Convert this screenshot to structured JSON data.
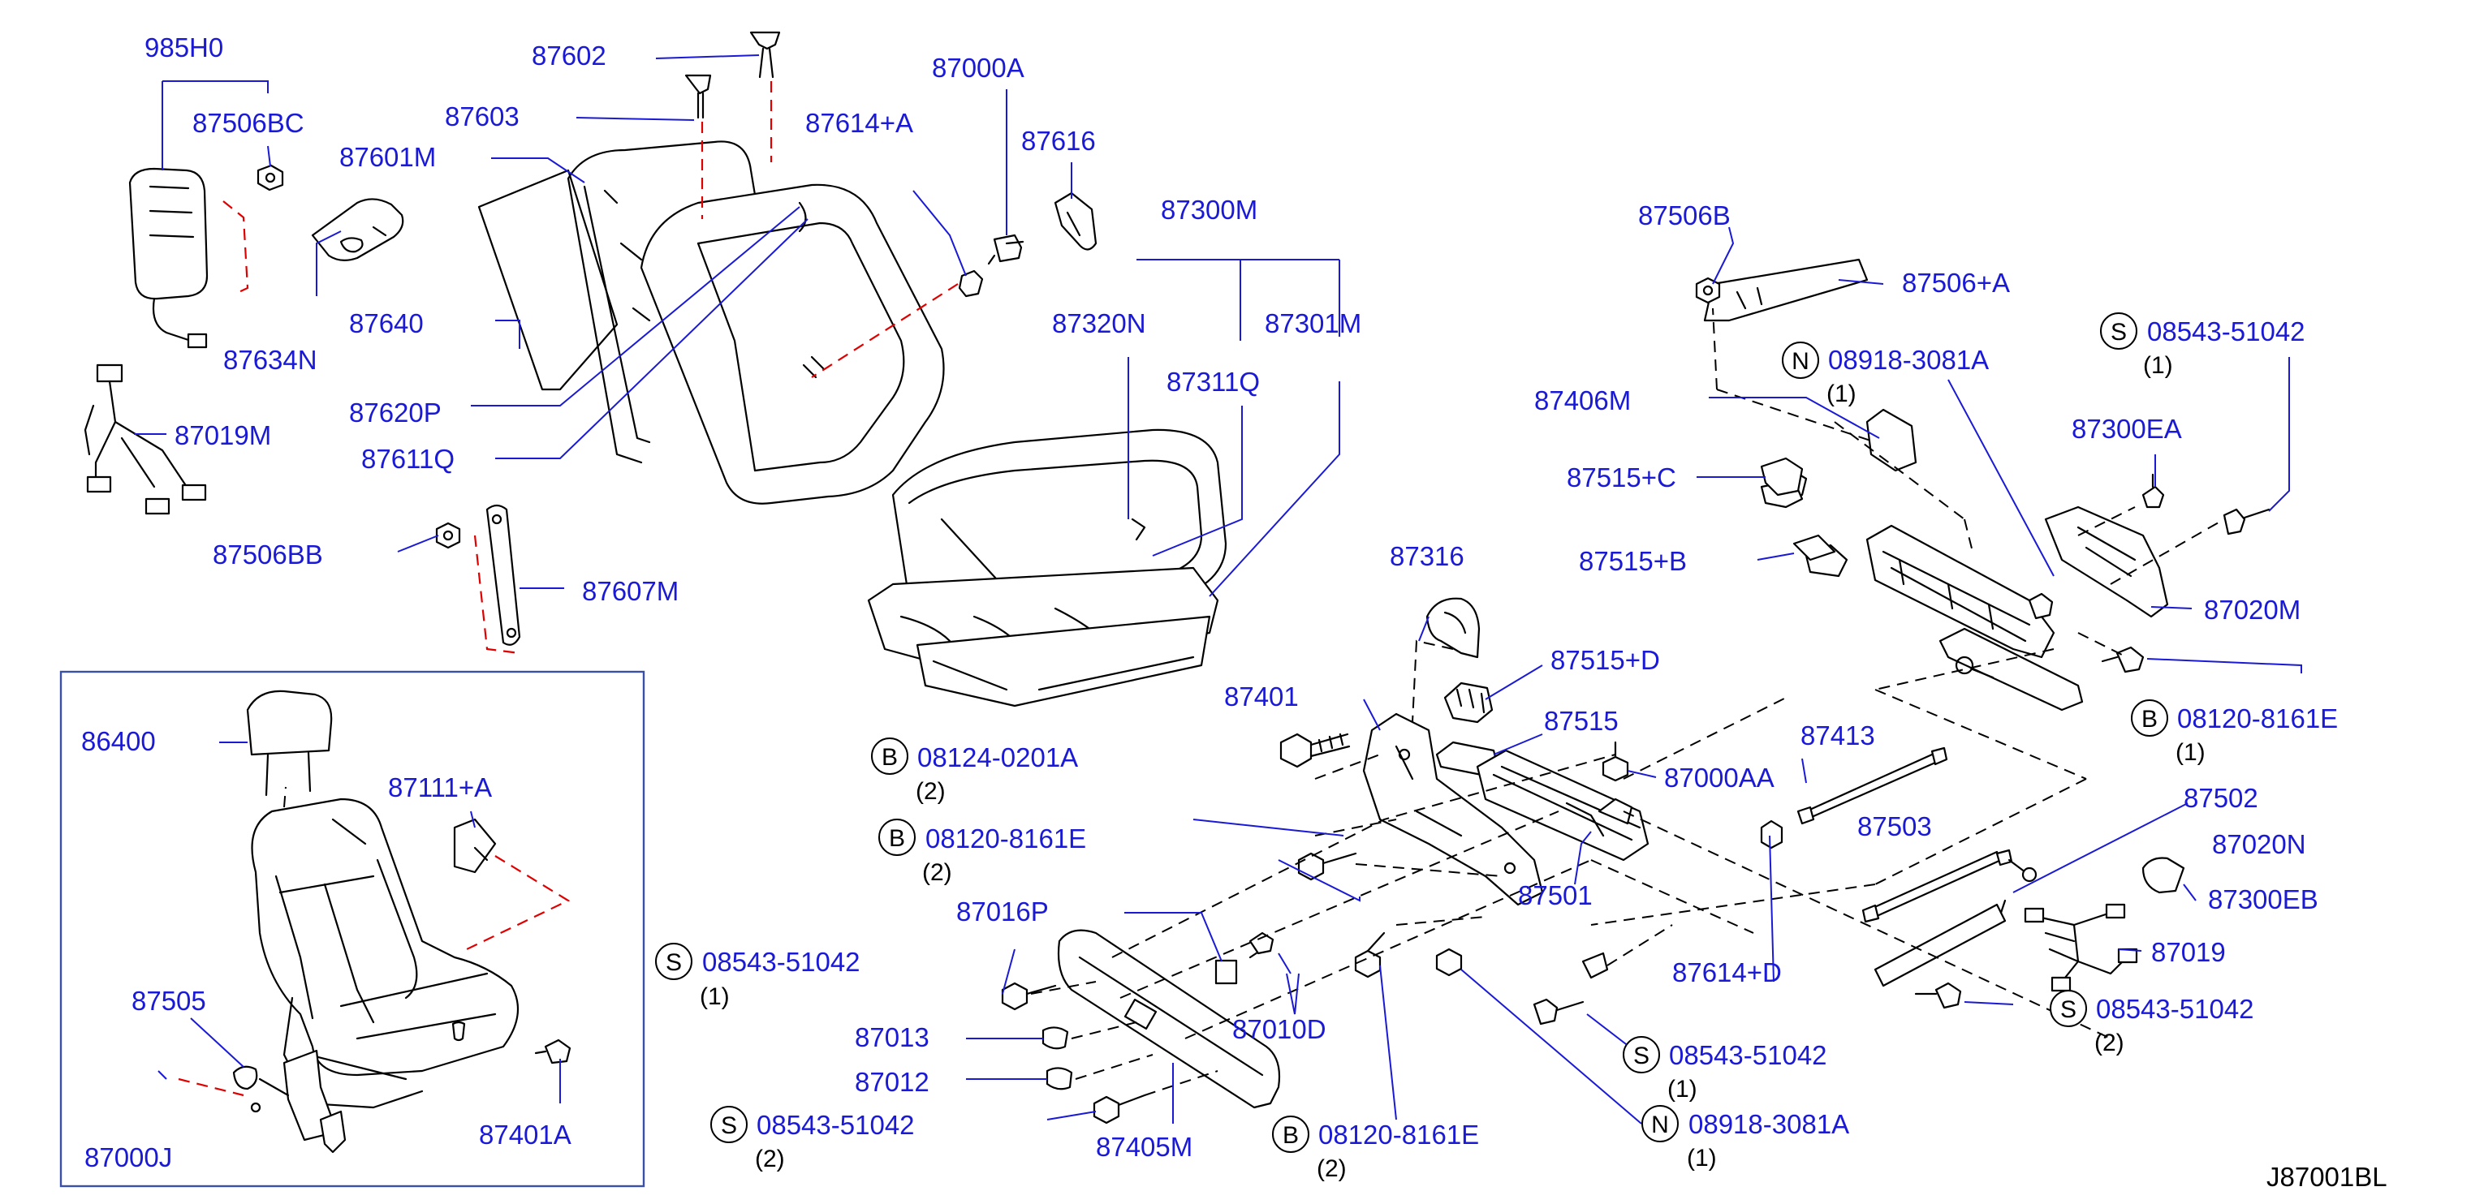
{
  "diagram_code": "J87001BL",
  "labels": {
    "l985H0": "985H0",
    "l87506BC": "87506BC",
    "l87602": "87602",
    "l87603": "87603",
    "l87601M": "87601M",
    "l87000A": "87000A",
    "l87614A": "87614+A",
    "l87616": "87616",
    "l87300M": "87300M",
    "l87640": "87640",
    "l87634N": "87634N",
    "l87320N": "87320N",
    "l87301M": "87301M",
    "l87311Q": "87311Q",
    "l87620P": "87620P",
    "l87611Q": "87611Q",
    "l87019M": "87019M",
    "l87506BB": "87506BB",
    "l87607M": "87607M",
    "l87506B": "87506B",
    "l87506A": "87506+A",
    "l87406M": "87406M",
    "l87515C": "87515+C",
    "l87515B": "87515+B",
    "l87300EA": "87300EA",
    "l87020M": "87020M",
    "l87316": "87316",
    "l87515D": "87515+D",
    "l87401": "87401",
    "l87515": "87515",
    "l87000AA": "87000AA",
    "l87413": "87413",
    "l87502": "87502",
    "l86400": "86400",
    "l87111A": "87111+A",
    "l87503": "87503",
    "l87020N": "87020N",
    "l87300EB": "87300EB",
    "l87016P": "87016P",
    "l87501": "87501",
    "l87019": "87019",
    "l87505": "87505",
    "l87010D": "87010D",
    "l87614D": "87614+D",
    "l87013": "87013",
    "l87012": "87012",
    "l87000J": "87000J",
    "l87401A": "87401A",
    "l87405M": "87405M"
  },
  "fasteners": {
    "f1": {
      "prefix": "N",
      "code": "08918-3081A",
      "qty": "(1)"
    },
    "f2": {
      "prefix": "S",
      "code": "08543-51042",
      "qty": "(1)"
    },
    "f3": {
      "prefix": "B",
      "code": "08120-8161E",
      "qty": "(1)"
    },
    "f4": {
      "prefix": "B",
      "code": "08124-0201A",
      "qty": "(2)"
    },
    "f5": {
      "prefix": "B",
      "code": "08120-8161E",
      "qty": "(2)"
    },
    "f6": {
      "prefix": "S",
      "code": "08543-51042",
      "qty": "(1)"
    },
    "f7": {
      "prefix": "S",
      "code": "08543-51042",
      "qty": "(2)"
    },
    "f8": {
      "prefix": "S",
      "code": "08543-51042",
      "qty": "(1)"
    },
    "f9": {
      "prefix": "S",
      "code": "08543-51042",
      "qty": "(2)"
    },
    "f10": {
      "prefix": "B",
      "code": "08120-8161E",
      "qty": "(2)"
    },
    "f11": {
      "prefix": "N",
      "code": "08918-3081A",
      "qty": "(1)"
    }
  },
  "colors": {
    "label": "#1a1ad6",
    "line": "#000000",
    "highlight_dash": "#e00000"
  }
}
